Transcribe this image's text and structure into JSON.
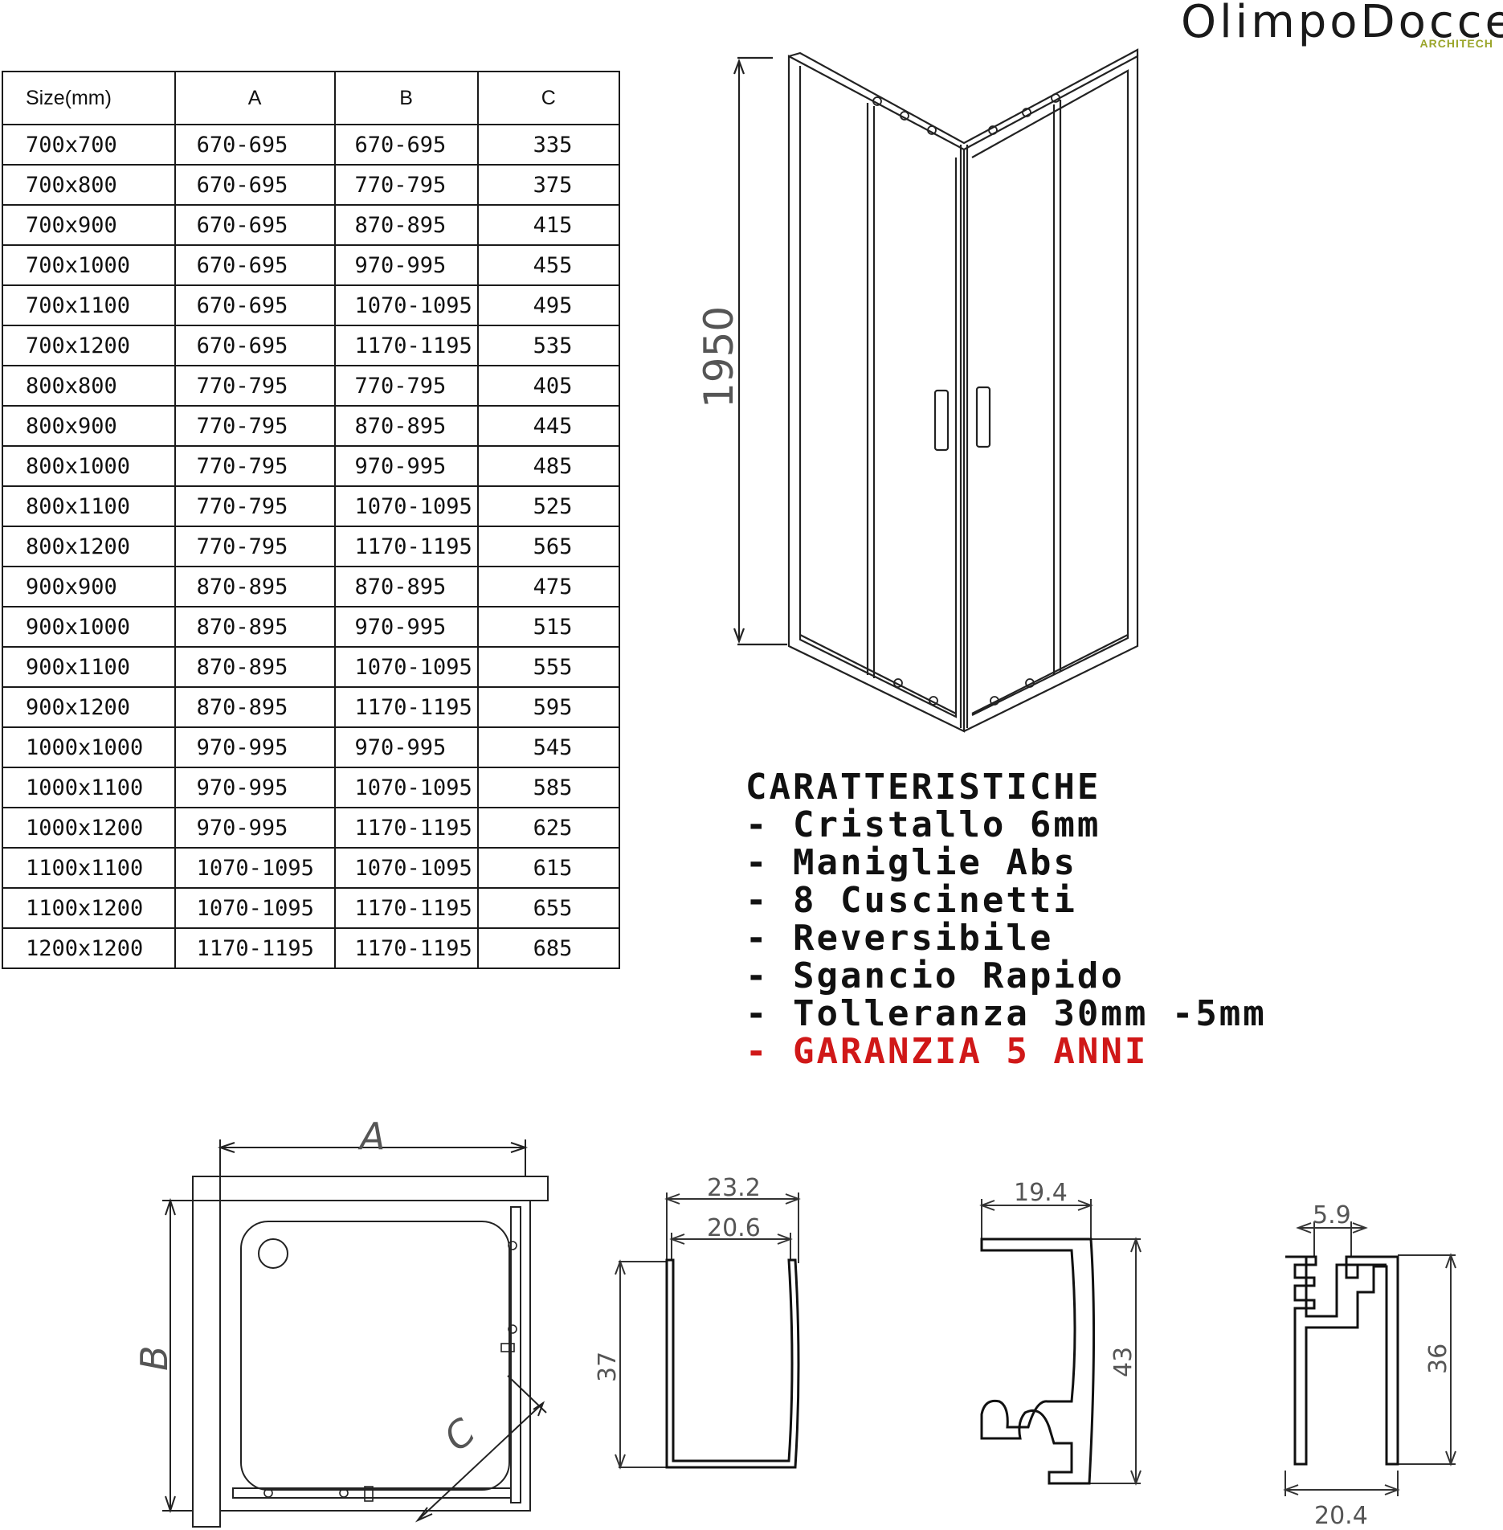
{
  "brand": {
    "name": "OlimpoDocce",
    "sub": "ARCHITECH"
  },
  "table": {
    "headers": [
      "Size(mm)",
      "A",
      "B",
      "C"
    ],
    "rows": [
      [
        "700x700",
        "670-695",
        "670-695",
        "335"
      ],
      [
        "700x800",
        "670-695",
        "770-795",
        "375"
      ],
      [
        "700x900",
        "670-695",
        "870-895",
        "415"
      ],
      [
        "700x1000",
        "670-695",
        "970-995",
        "455"
      ],
      [
        "700x1100",
        "670-695",
        "1070-1095",
        "495"
      ],
      [
        "700x1200",
        "670-695",
        "1170-1195",
        "535"
      ],
      [
        "800x800",
        "770-795",
        "770-795",
        "405"
      ],
      [
        "800x900",
        "770-795",
        "870-895",
        "445"
      ],
      [
        "800x1000",
        "770-795",
        "970-995",
        "485"
      ],
      [
        "800x1100",
        "770-795",
        "1070-1095",
        "525"
      ],
      [
        "800x1200",
        "770-795",
        "1170-1195",
        "565"
      ],
      [
        "900x900",
        "870-895",
        "870-895",
        "475"
      ],
      [
        "900x1000",
        "870-895",
        "970-995",
        "515"
      ],
      [
        "900x1100",
        "870-895",
        "1070-1095",
        "555"
      ],
      [
        "900x1200",
        "870-895",
        "1170-1195",
        "595"
      ],
      [
        "1000x1000",
        "970-995",
        "970-995",
        "545"
      ],
      [
        "1000x1100",
        "970-995",
        "1070-1095",
        "585"
      ],
      [
        "1000x1200",
        "970-995",
        "1170-1195",
        "625"
      ],
      [
        "1100x1100",
        "1070-1095",
        "1070-1095",
        "615"
      ],
      [
        "1100x1200",
        "1070-1095",
        "1170-1195",
        "655"
      ],
      [
        "1200x1200",
        "1170-1195",
        "1170-1195",
        "685"
      ]
    ]
  },
  "drawing": {
    "height_label": "1950"
  },
  "features": {
    "title": "CARATTERISTICHE",
    "items": [
      "- Cristallo 6mm",
      "- Maniglie Abs",
      "- 8 Cuscinetti",
      "- Reversibile",
      "- Sgancio Rapido",
      "- Tolleranza 30mm -5mm"
    ],
    "warranty": "- GARANZIA 5 ANNI",
    "warranty_color": "#d01818"
  },
  "plan": {
    "label_a": "A",
    "label_b": "B",
    "label_c": "C"
  },
  "profiles": {
    "p1_width_outer": "23.2",
    "p1_width_inner": "20.6",
    "p1_height": "37",
    "p2_width": "19.4",
    "p2_height": "43",
    "p3_width_top": "5.9",
    "p3_height": "36",
    "p3_width_bottom": "20.4"
  }
}
